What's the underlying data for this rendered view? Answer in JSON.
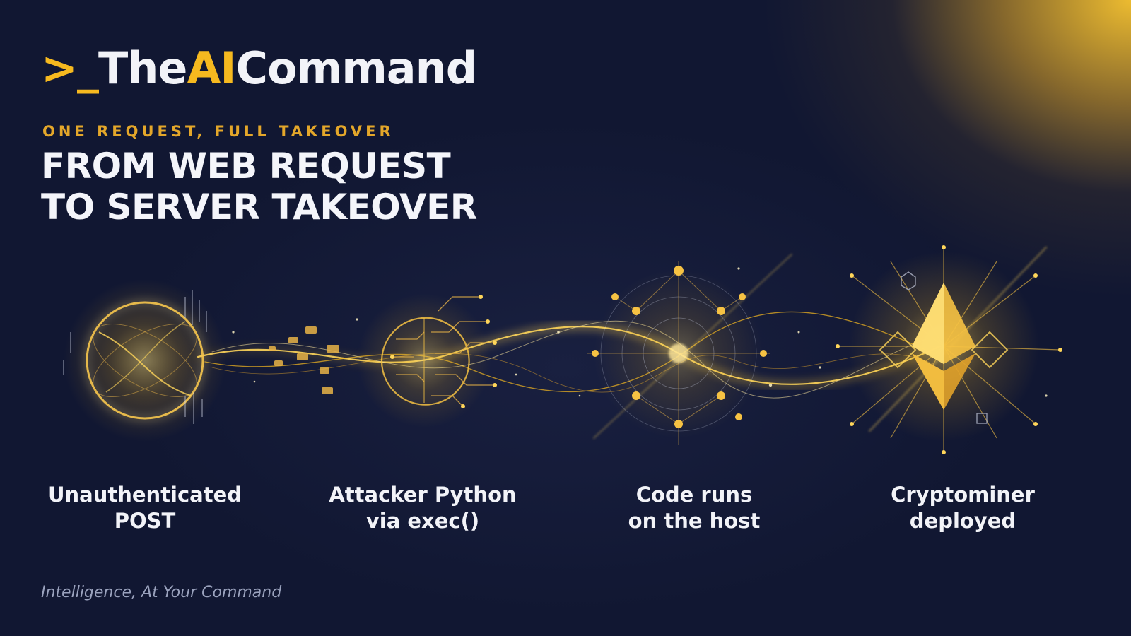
{
  "brand": {
    "prompt": ">_",
    "name_part1": "The",
    "name_part2": "AI",
    "name_part3": "Command"
  },
  "kicker": "ONE REQUEST, FULL TAKEOVER",
  "headline": {
    "line1": "FROM WEB REQUEST",
    "line2": "TO SERVER TAKEOVER"
  },
  "steps": [
    {
      "line1": "Unauthenticated",
      "line2": "POST",
      "icon": "glowing-sphere-icon"
    },
    {
      "line1": "Attacker Python",
      "line2": "via exec()",
      "icon": "circuit-brain-icon"
    },
    {
      "line1": "Code runs",
      "line2": "on the host",
      "icon": "network-node-icon"
    },
    {
      "line1": "Cryptominer",
      "line2": "deployed",
      "icon": "ethereum-crystal-icon"
    }
  ],
  "tagline": "Intelligence, At Your Command",
  "colors": {
    "background": "#111732",
    "accent": "#f6b91f",
    "text": "#f2f3f8",
    "muted": "#9aa2bd"
  }
}
